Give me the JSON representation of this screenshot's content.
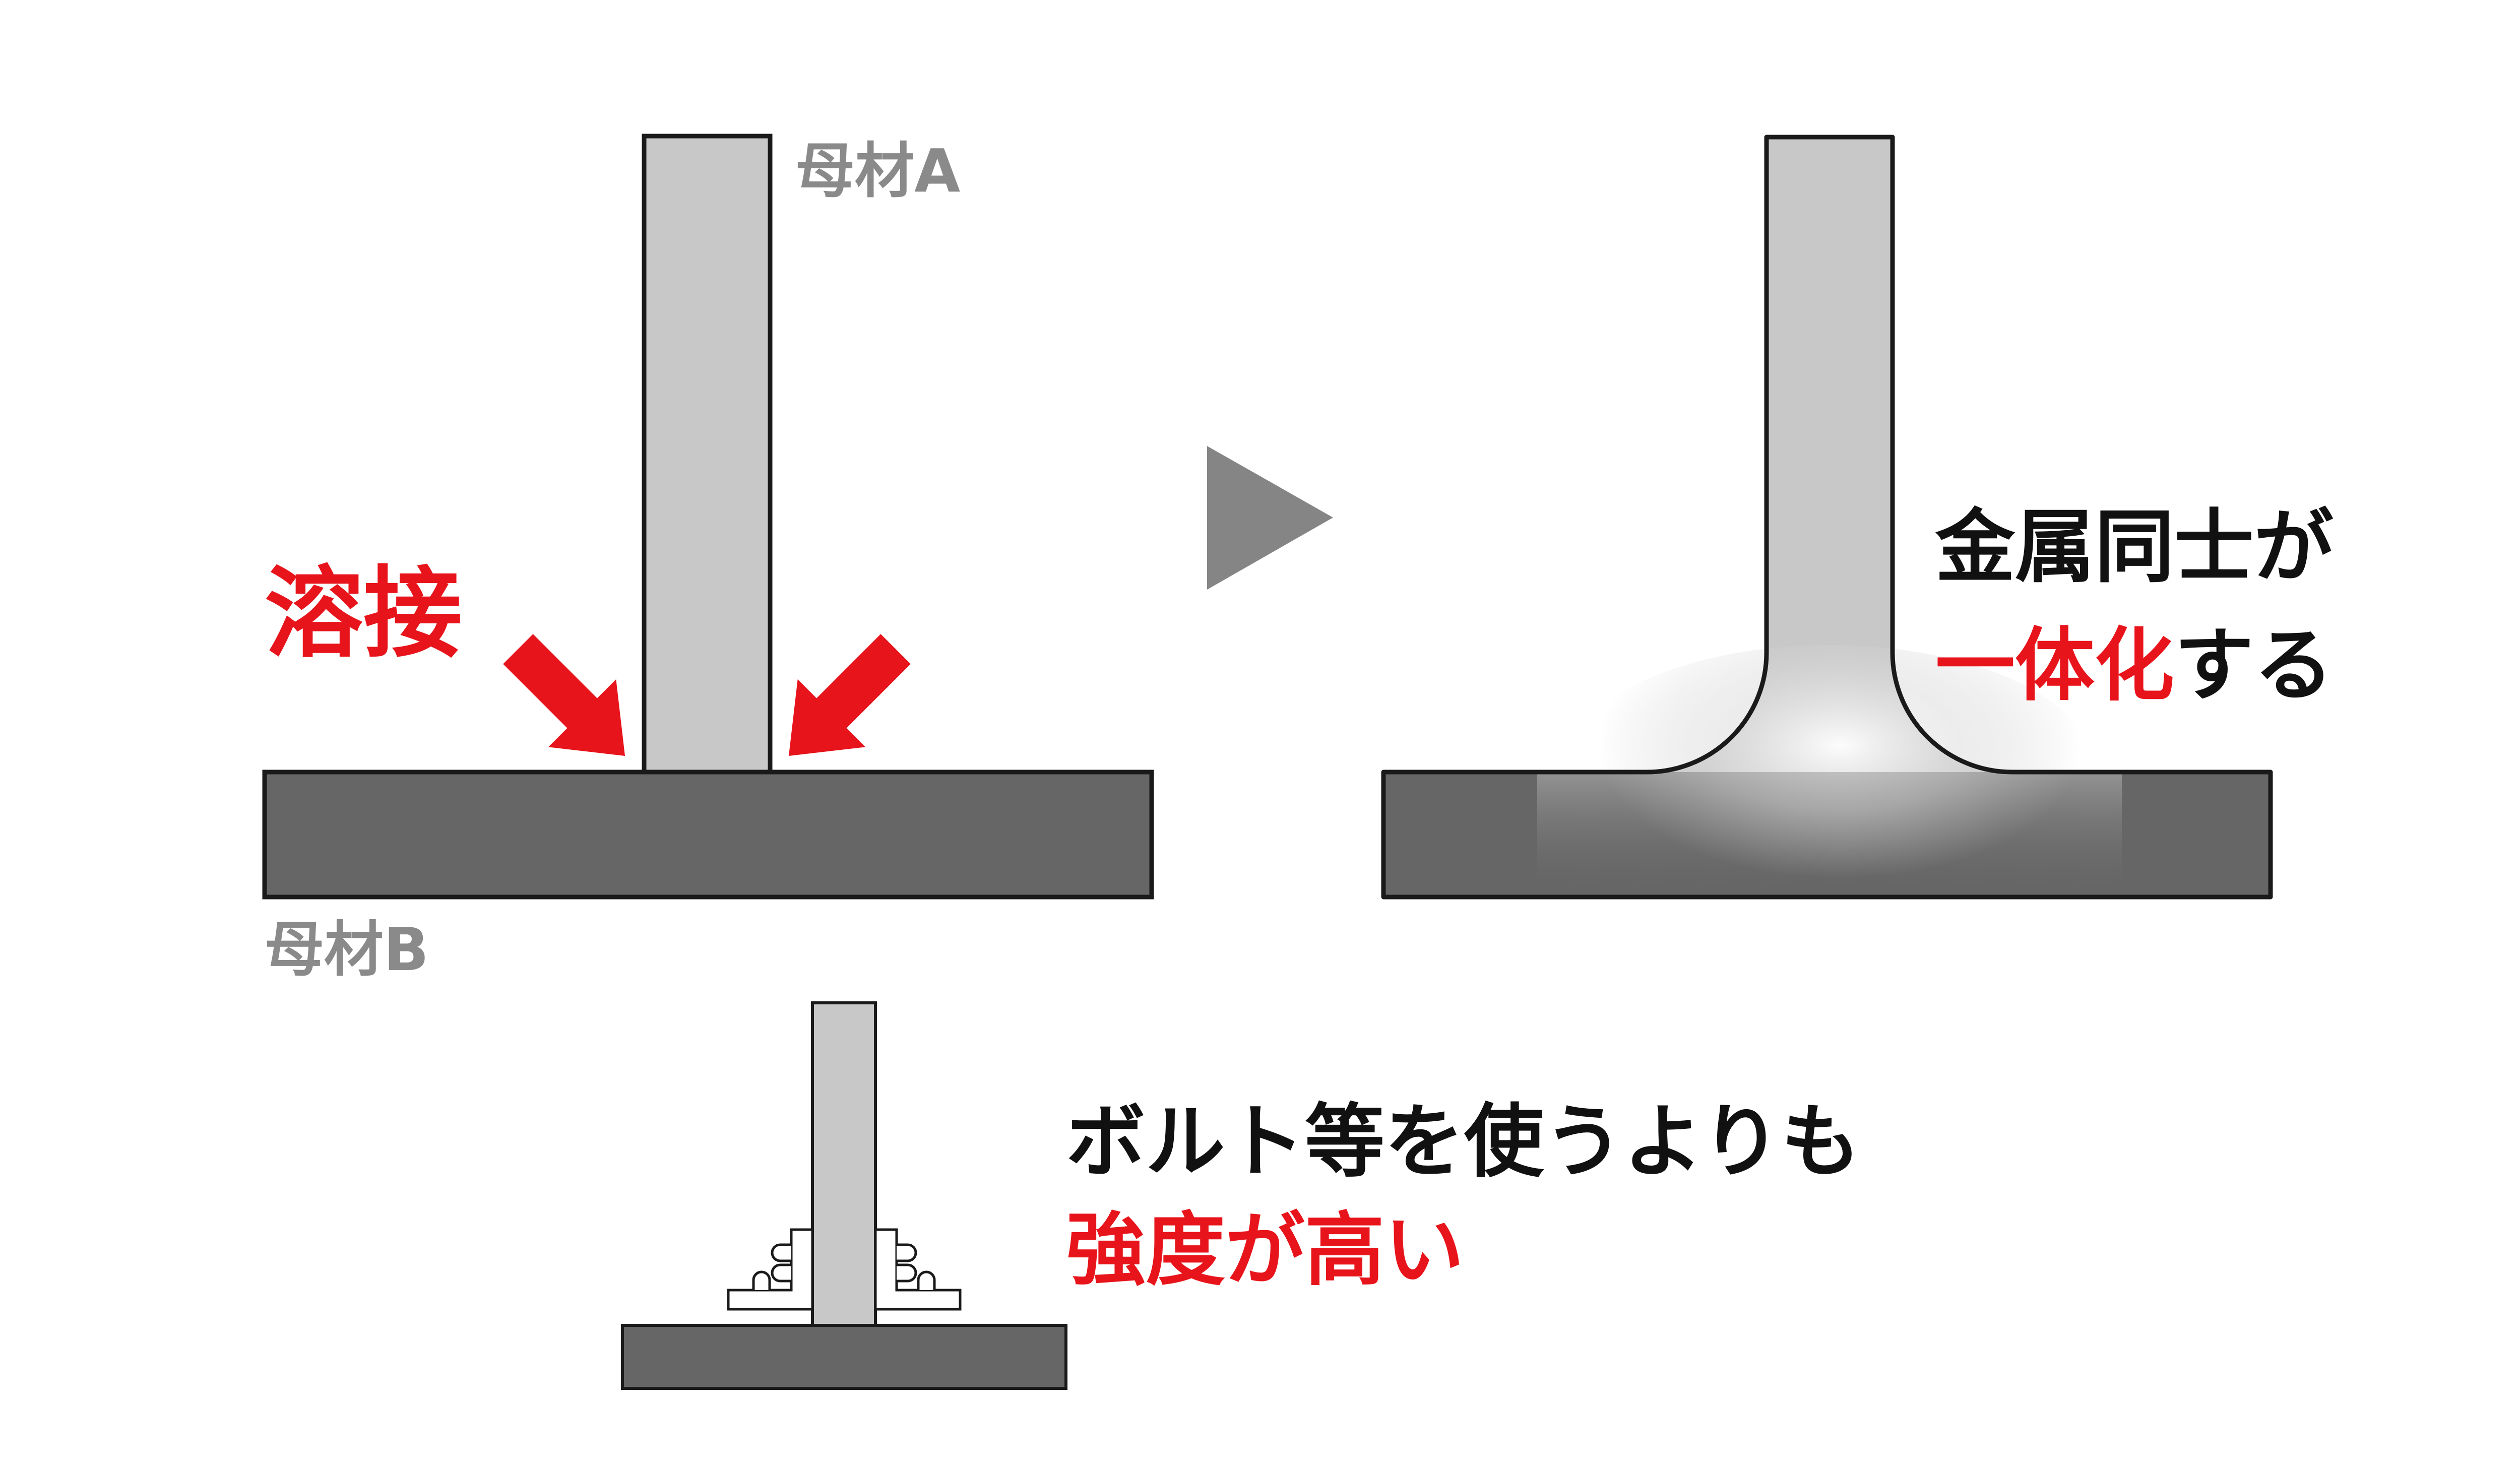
{
  "labels": {
    "base_metal_a": "母材A",
    "base_metal_b": "母材B",
    "welding": "溶接"
  },
  "result": {
    "line1": "金属同士が",
    "line2_red": "一体化",
    "line2_black": "する"
  },
  "comparison": {
    "line1": "ボルト等を使うよりも",
    "line2": "強度が高い"
  },
  "colors": {
    "plate_light": "#c8c8c8",
    "plate_dark": "#666666",
    "outline": "#1a1a1a",
    "accent_red": "#e8141b",
    "label_gray": "#8a8a8a",
    "arrow_gray": "#858585"
  }
}
